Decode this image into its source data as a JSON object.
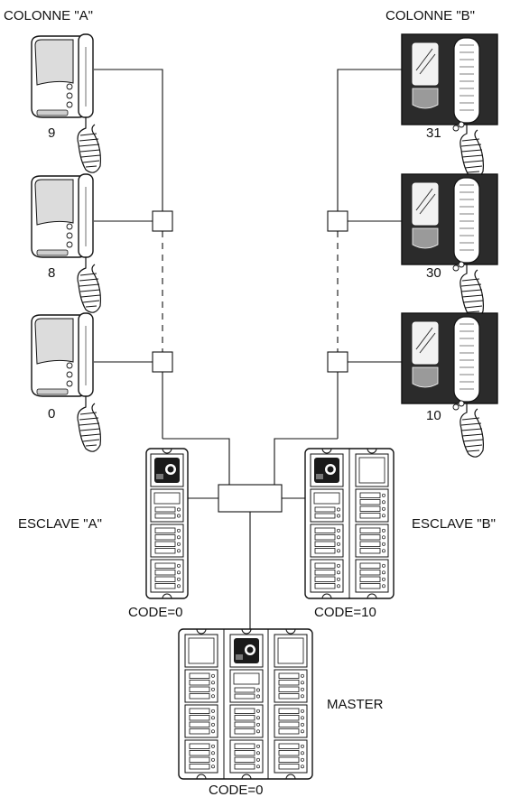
{
  "columns": {
    "a": {
      "title": "COLONNE \"A\"",
      "units": [
        "9",
        "8",
        "0"
      ]
    },
    "b": {
      "title": "COLONNE \"B\"",
      "units": [
        "31",
        "30",
        "10"
      ]
    }
  },
  "panels": {
    "slave_a": {
      "label": "ESCLAVE \"A\"",
      "code": "CODE=0"
    },
    "slave_b": {
      "label": "ESCLAVE \"B\"",
      "code": "CODE=10"
    },
    "master": {
      "label": "MASTER",
      "code": "CODE=0"
    }
  },
  "colors": {
    "ink": "#111111",
    "housing": "#e6e6e6",
    "screen": "#9a9a9a",
    "body": "#2b2b2b"
  }
}
